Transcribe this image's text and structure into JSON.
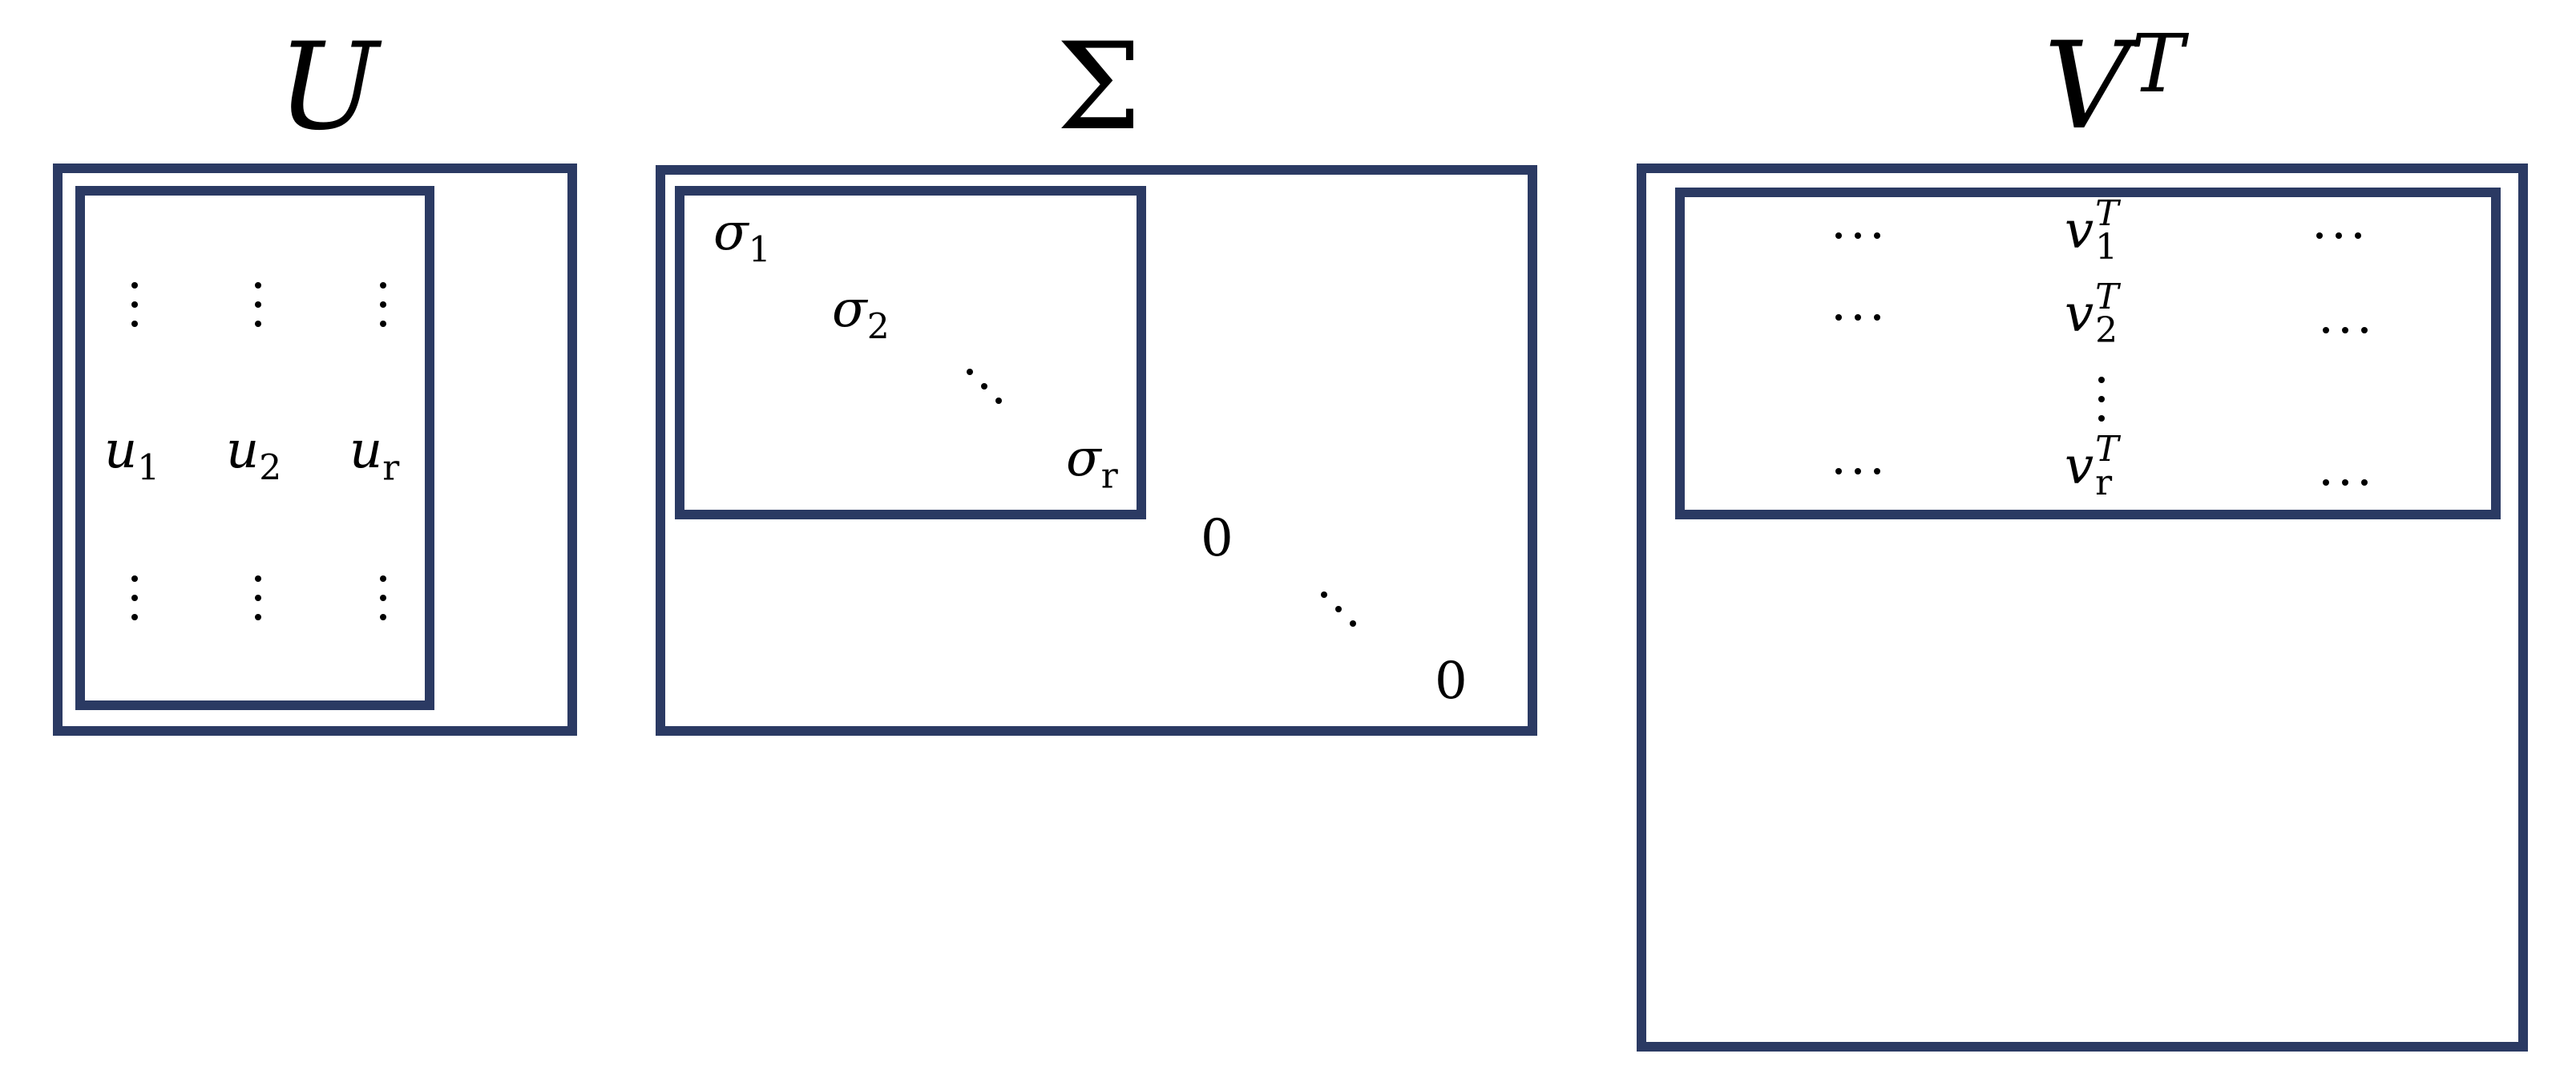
{
  "u": {
    "title": "U",
    "columns": [
      {
        "name": "u",
        "index": "1"
      },
      {
        "name": "u",
        "index": "2"
      },
      {
        "name": "u",
        "index": "r"
      }
    ]
  },
  "sigma": {
    "title": "Σ",
    "diagonal": [
      {
        "name": "σ",
        "index": "1"
      },
      {
        "name": "σ",
        "index": "2"
      },
      {
        "name": "σ",
        "index": "r"
      }
    ],
    "zeros": [
      "0",
      "0"
    ]
  },
  "vt": {
    "title": "V",
    "title_sup": "T",
    "rows": [
      {
        "name": "v",
        "index": "1",
        "sup": "T"
      },
      {
        "name": "v",
        "index": "2",
        "sup": "T"
      },
      {
        "name": "v",
        "index": "r",
        "sup": "T"
      }
    ]
  },
  "colors": {
    "border": "#2b3a63"
  }
}
